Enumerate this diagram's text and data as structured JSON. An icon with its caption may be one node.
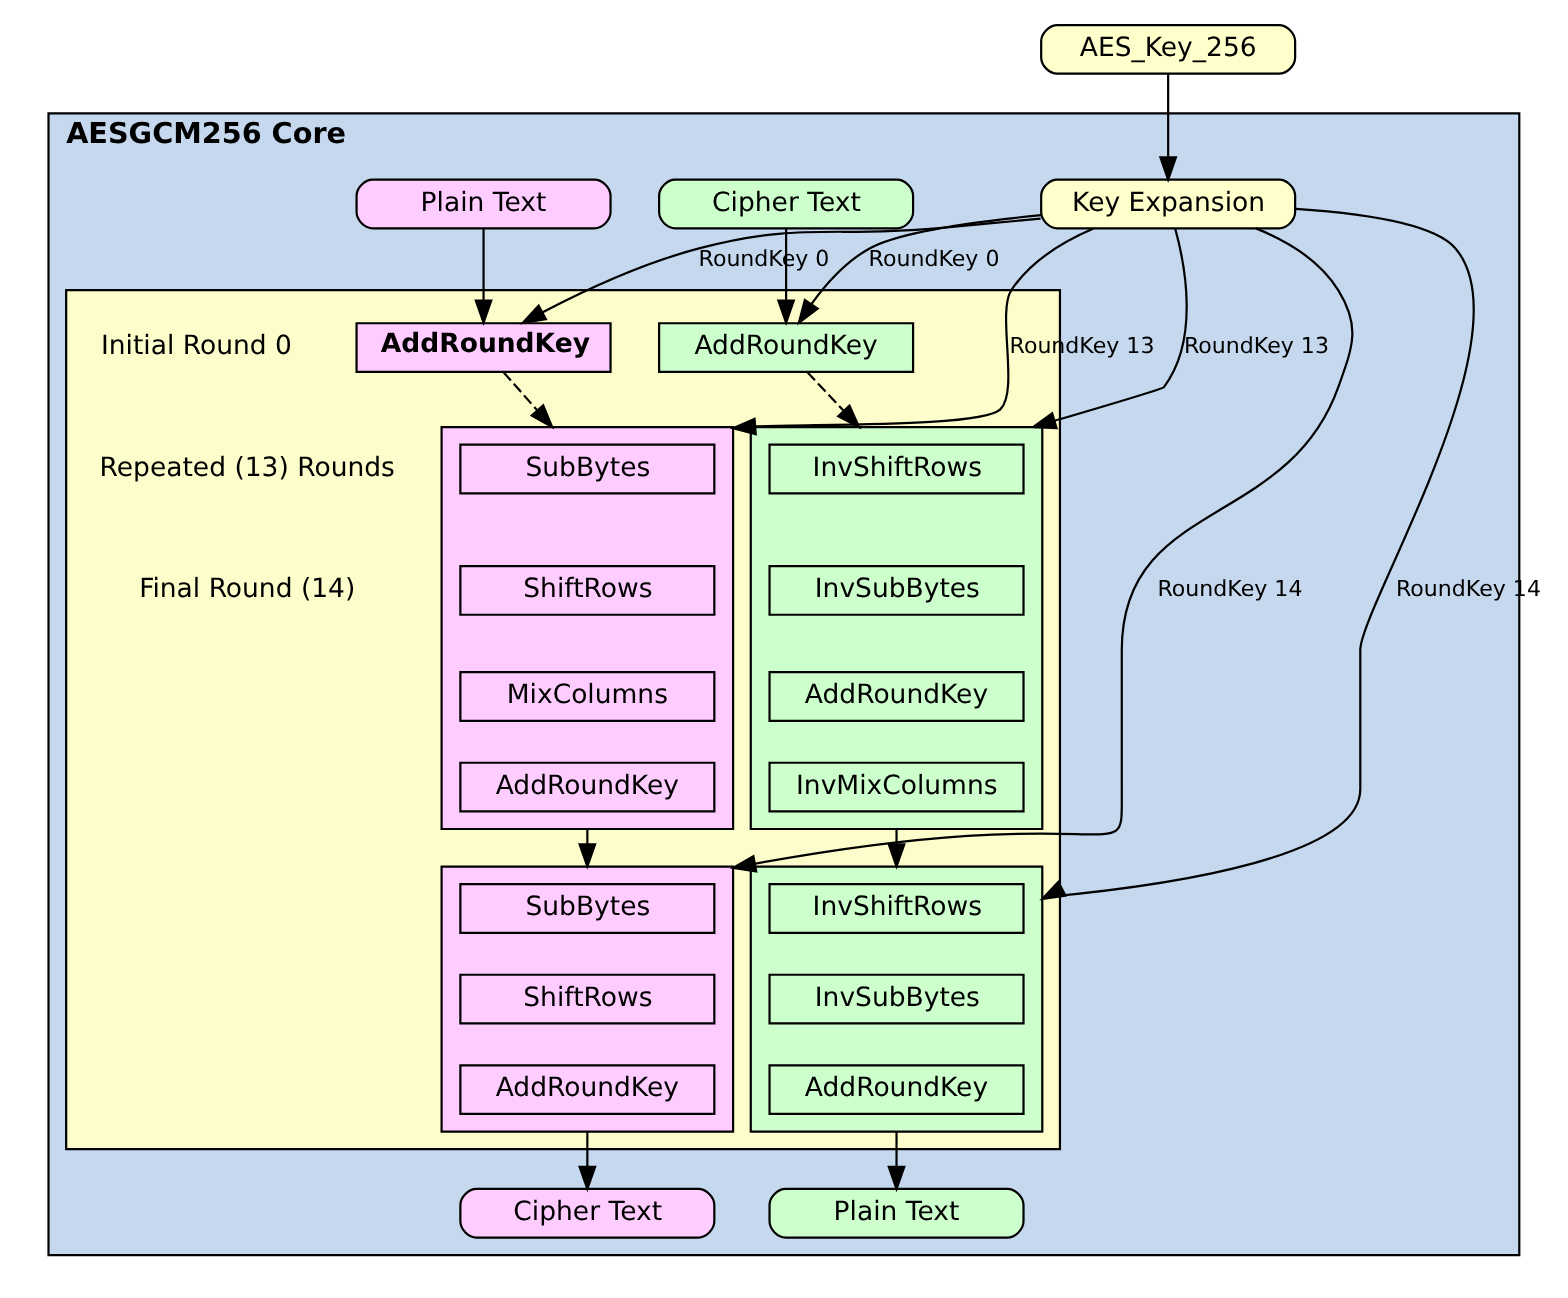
{
  "diagram": {
    "nodes": [
      {
        "text": [
          "AES_Key_256"
        ]
      },
      {
        "text": [
          "AESGCM256 Core"
        ]
      },
      {
        "text": [
          "Key Expansion"
        ],
        "in": 1
      },
      {
        "text": [
          "Plain Text"
        ],
        "in": 1
      },
      {
        "text": [
          "Cipher Text"
        ],
        "in": 1
      },
      {
        "text": [],
        "shape": "box",
        "in": 1
      },
      {
        "text": [
          "AddRoundKey"
        ],
        "in": 5
      },
      {
        "text": [],
        "shape": "box",
        "in": 5
      },
      {
        "text": [
          "SubBytes"
        ],
        "in": 7
      },
      {
        "text": [
          "ShiftRows"
        ],
        "in": 7
      },
      {
        "text": [
          "MixColumns"
        ],
        "in": 7
      },
      {
        "text": [
          "AddRoundKey"
        ],
        "in": 7
      },
      {
        "text": [],
        "shape": "box",
        "in": 5
      },
      {
        "text": [
          "SubBytes"
        ],
        "in": 12
      },
      {
        "text": [
          "ShiftRows"
        ],
        "in": 12
      },
      {
        "text": [
          "AddRoundKey"
        ],
        "in": 12
      },
      {
        "text": [
          "AddRoundKey"
        ],
        "in": 5
      },
      {
        "text": [],
        "shape": "box",
        "in": 5
      },
      {
        "text": [
          "InvShiftRows"
        ],
        "in": 17
      },
      {
        "text": [
          "InvSubBytes"
        ],
        "in": 17
      },
      {
        "text": [
          "AddRoundKey"
        ],
        "in": 17
      },
      {
        "text": [
          "InvMixColumns"
        ],
        "in": 17
      },
      {
        "text": [],
        "shape": "box",
        "in": 5
      },
      {
        "text": [
          "InvShiftRows"
        ],
        "in": 22
      },
      {
        "text": [
          "InvSubBytes"
        ],
        "in": 22
      },
      {
        "text": [
          "AddRoundKey"
        ],
        "in": 22
      },
      {
        "text": [
          "Cipher Text"
        ],
        "in": 1
      },
      {
        "text": [
          "Plain Text"
        ],
        "in": 1
      }
    ],
    "edges": [
      {
        "from": 0,
        "to": 2,
        "arrow": "to"
      },
      {
        "from": 2,
        "to": 6,
        "arrow": "to",
        "label": "RoundKey 0"
      },
      {
        "from": 2,
        "to": 7,
        "arrow": "to",
        "label": "RoundKey 13"
      },
      {
        "from": 2,
        "to": 12,
        "arrow": "to",
        "label": "RoundKey 14"
      },
      {
        "from": 2,
        "to": 16,
        "arrow": "to",
        "label": "RoundKey 0"
      },
      {
        "from": 2,
        "to": 17,
        "arrow": "to",
        "label": "RoundKey 13"
      },
      {
        "from": 2,
        "to": 22,
        "arrow": "to",
        "label": "RoundKey 14"
      },
      {
        "from": 3,
        "to": 6,
        "arrow": "to"
      },
      {
        "from": 6,
        "to": 7,
        "arrow": "to",
        "style": "dashed"
      },
      {
        "from": 7,
        "to": 12,
        "arrow": "to"
      },
      {
        "from": 12,
        "to": 26,
        "arrow": "to"
      },
      {
        "from": 4,
        "to": 16,
        "arrow": "to"
      },
      {
        "from": 16,
        "to": 17,
        "arrow": "to",
        "style": "dashed"
      },
      {
        "from": 17,
        "to": 22,
        "arrow": "to"
      },
      {
        "from": 22,
        "to": 27,
        "arrow": "to"
      }
    ],
    "labels": [
      "Initial Round 0",
      "Repeated (13) Rounds",
      "Final Round (14)"
    ]
  }
}
